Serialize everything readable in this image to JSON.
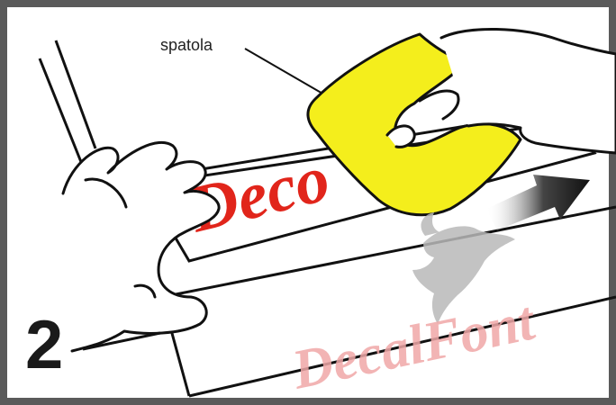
{
  "illustration": {
    "label": "spatola",
    "step_number": "2",
    "decal_text": "Deco",
    "watermark_text": "DecalFont",
    "colors": {
      "spatula_fill": "#f4ee1c",
      "decal_red": "#e1251b",
      "watermark_red": "#f0a8a8",
      "watermark_horse": "#b9b9b9",
      "line": "#111111",
      "arrow": "#111111"
    },
    "icons": [
      "hand-icon",
      "spatula-icon",
      "direction-arrow-icon",
      "horse-logo-icon"
    ]
  }
}
